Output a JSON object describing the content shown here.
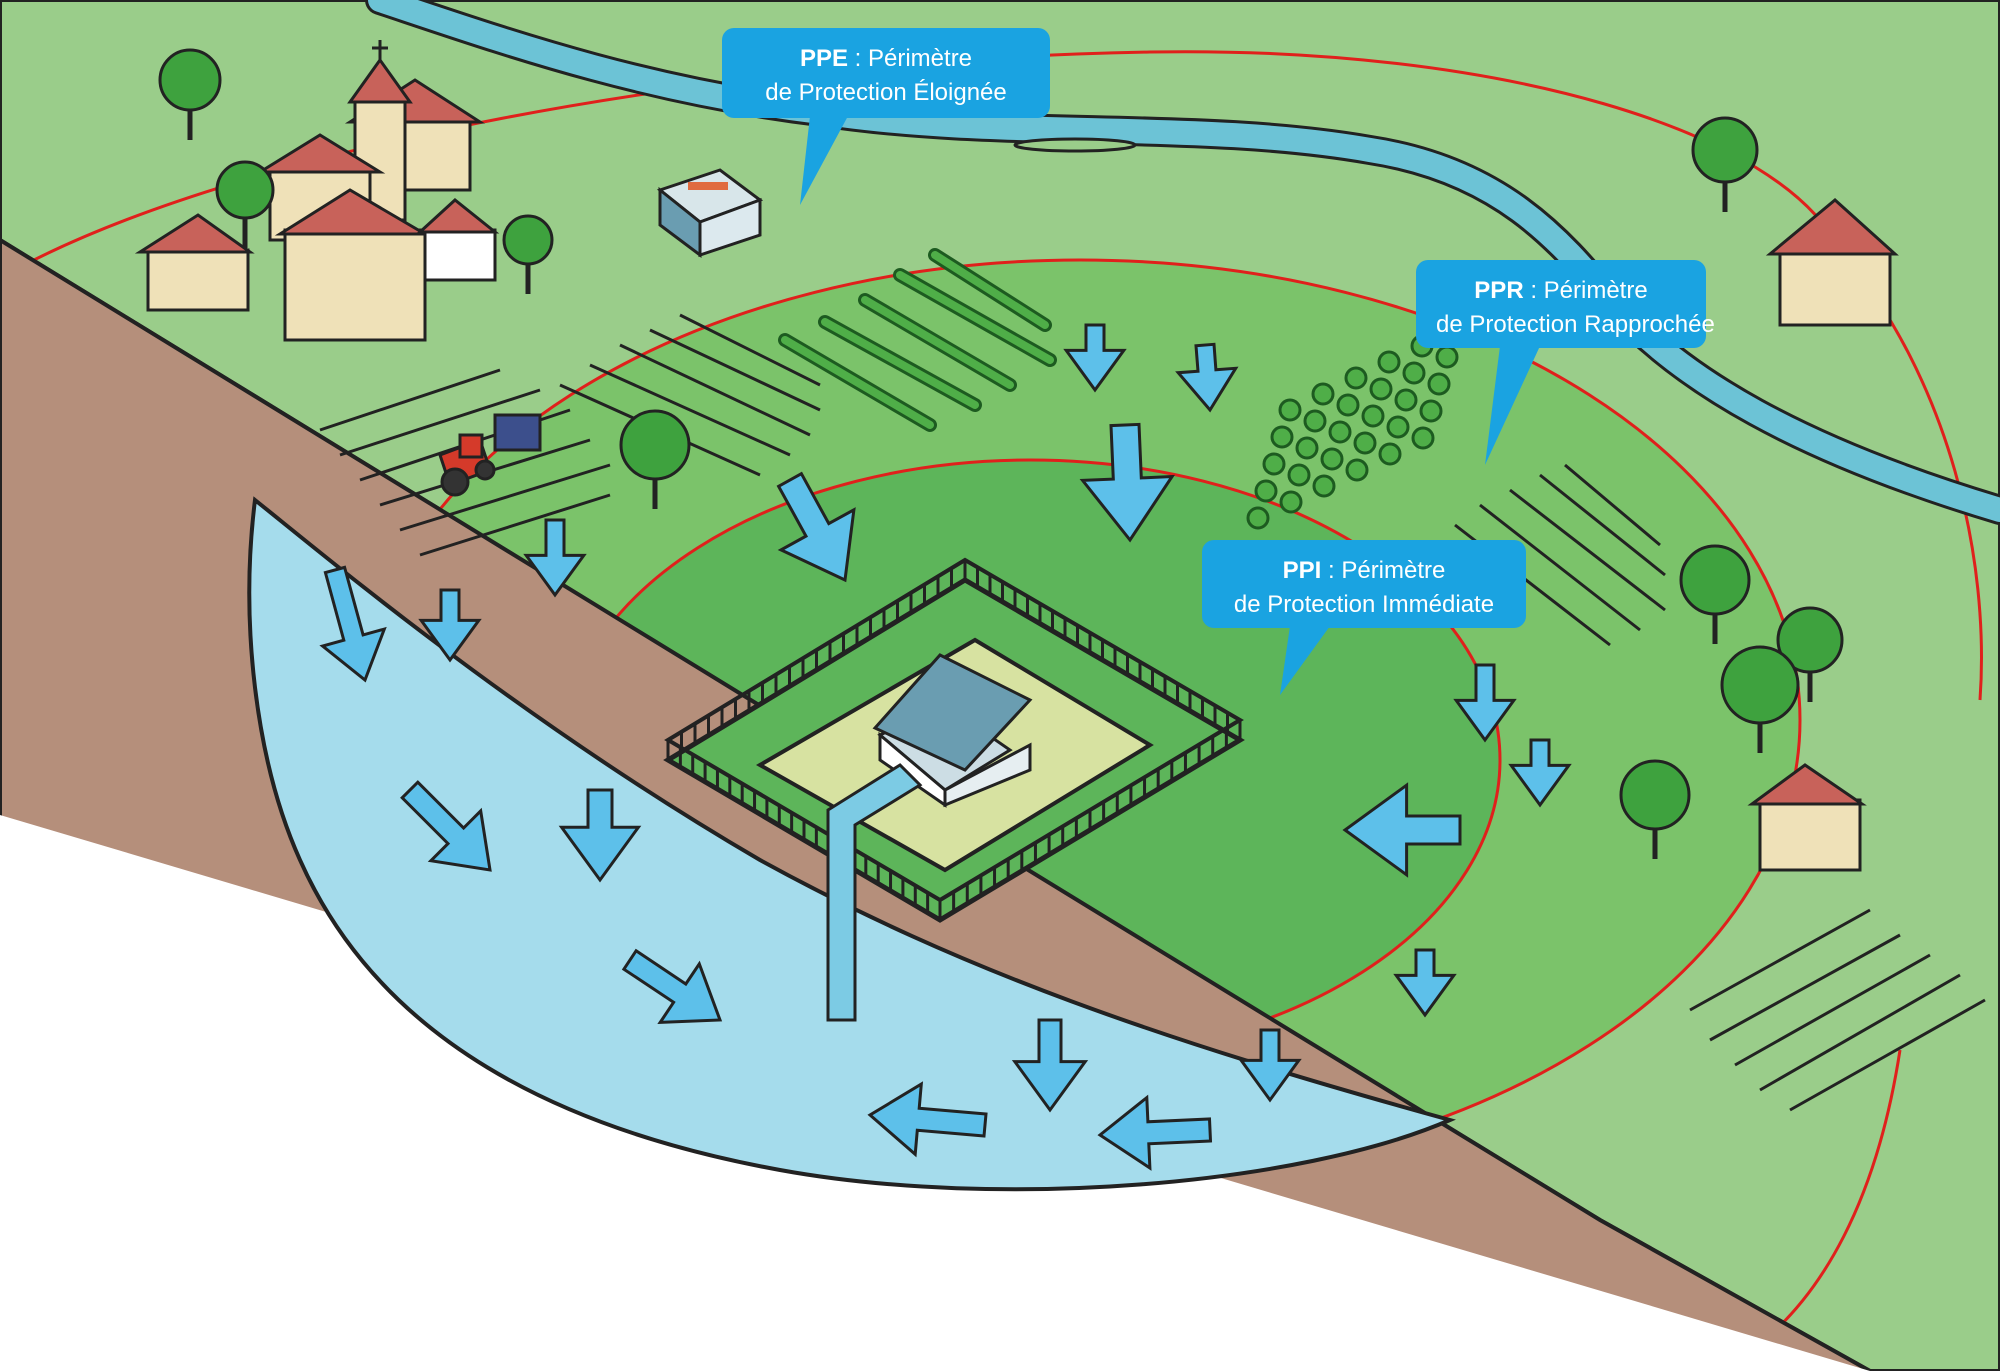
{
  "colors": {
    "pasture_light": "#9acd8a",
    "field_mid": "#7bc36a",
    "zone_inner": "#5db55a",
    "earth": "#b58f7b",
    "aquifer": "#a5dcec",
    "river": "#6cc3d6",
    "perimeter_line": "#e0201c",
    "callout_blue": "#1aa3e1",
    "arrow_blue": "#5dc0ea",
    "tree": "#3ea23e",
    "roof": "#c8625a",
    "wall": "#efe1b8"
  },
  "callouts": {
    "ppe": {
      "abbr": "PPE",
      "line1": " : Périmètre",
      "line2": "de Protection Éloignée"
    },
    "ppr": {
      "abbr": "PPR",
      "line1": " : Périmètre",
      "line2": "de Protection Rapprochée"
    },
    "ppi": {
      "abbr": "PPI",
      "line1": " : Périmètre",
      "line2": "de Protection Immédiate"
    }
  },
  "icons": {
    "village": "village-icon",
    "building": "water-treatment-building-icon",
    "tractor": "tractor-icon",
    "tree": "tree-icon",
    "house": "house-icon",
    "well": "well-pump-house-icon",
    "infiltration": "infiltration-arrow-icon"
  }
}
